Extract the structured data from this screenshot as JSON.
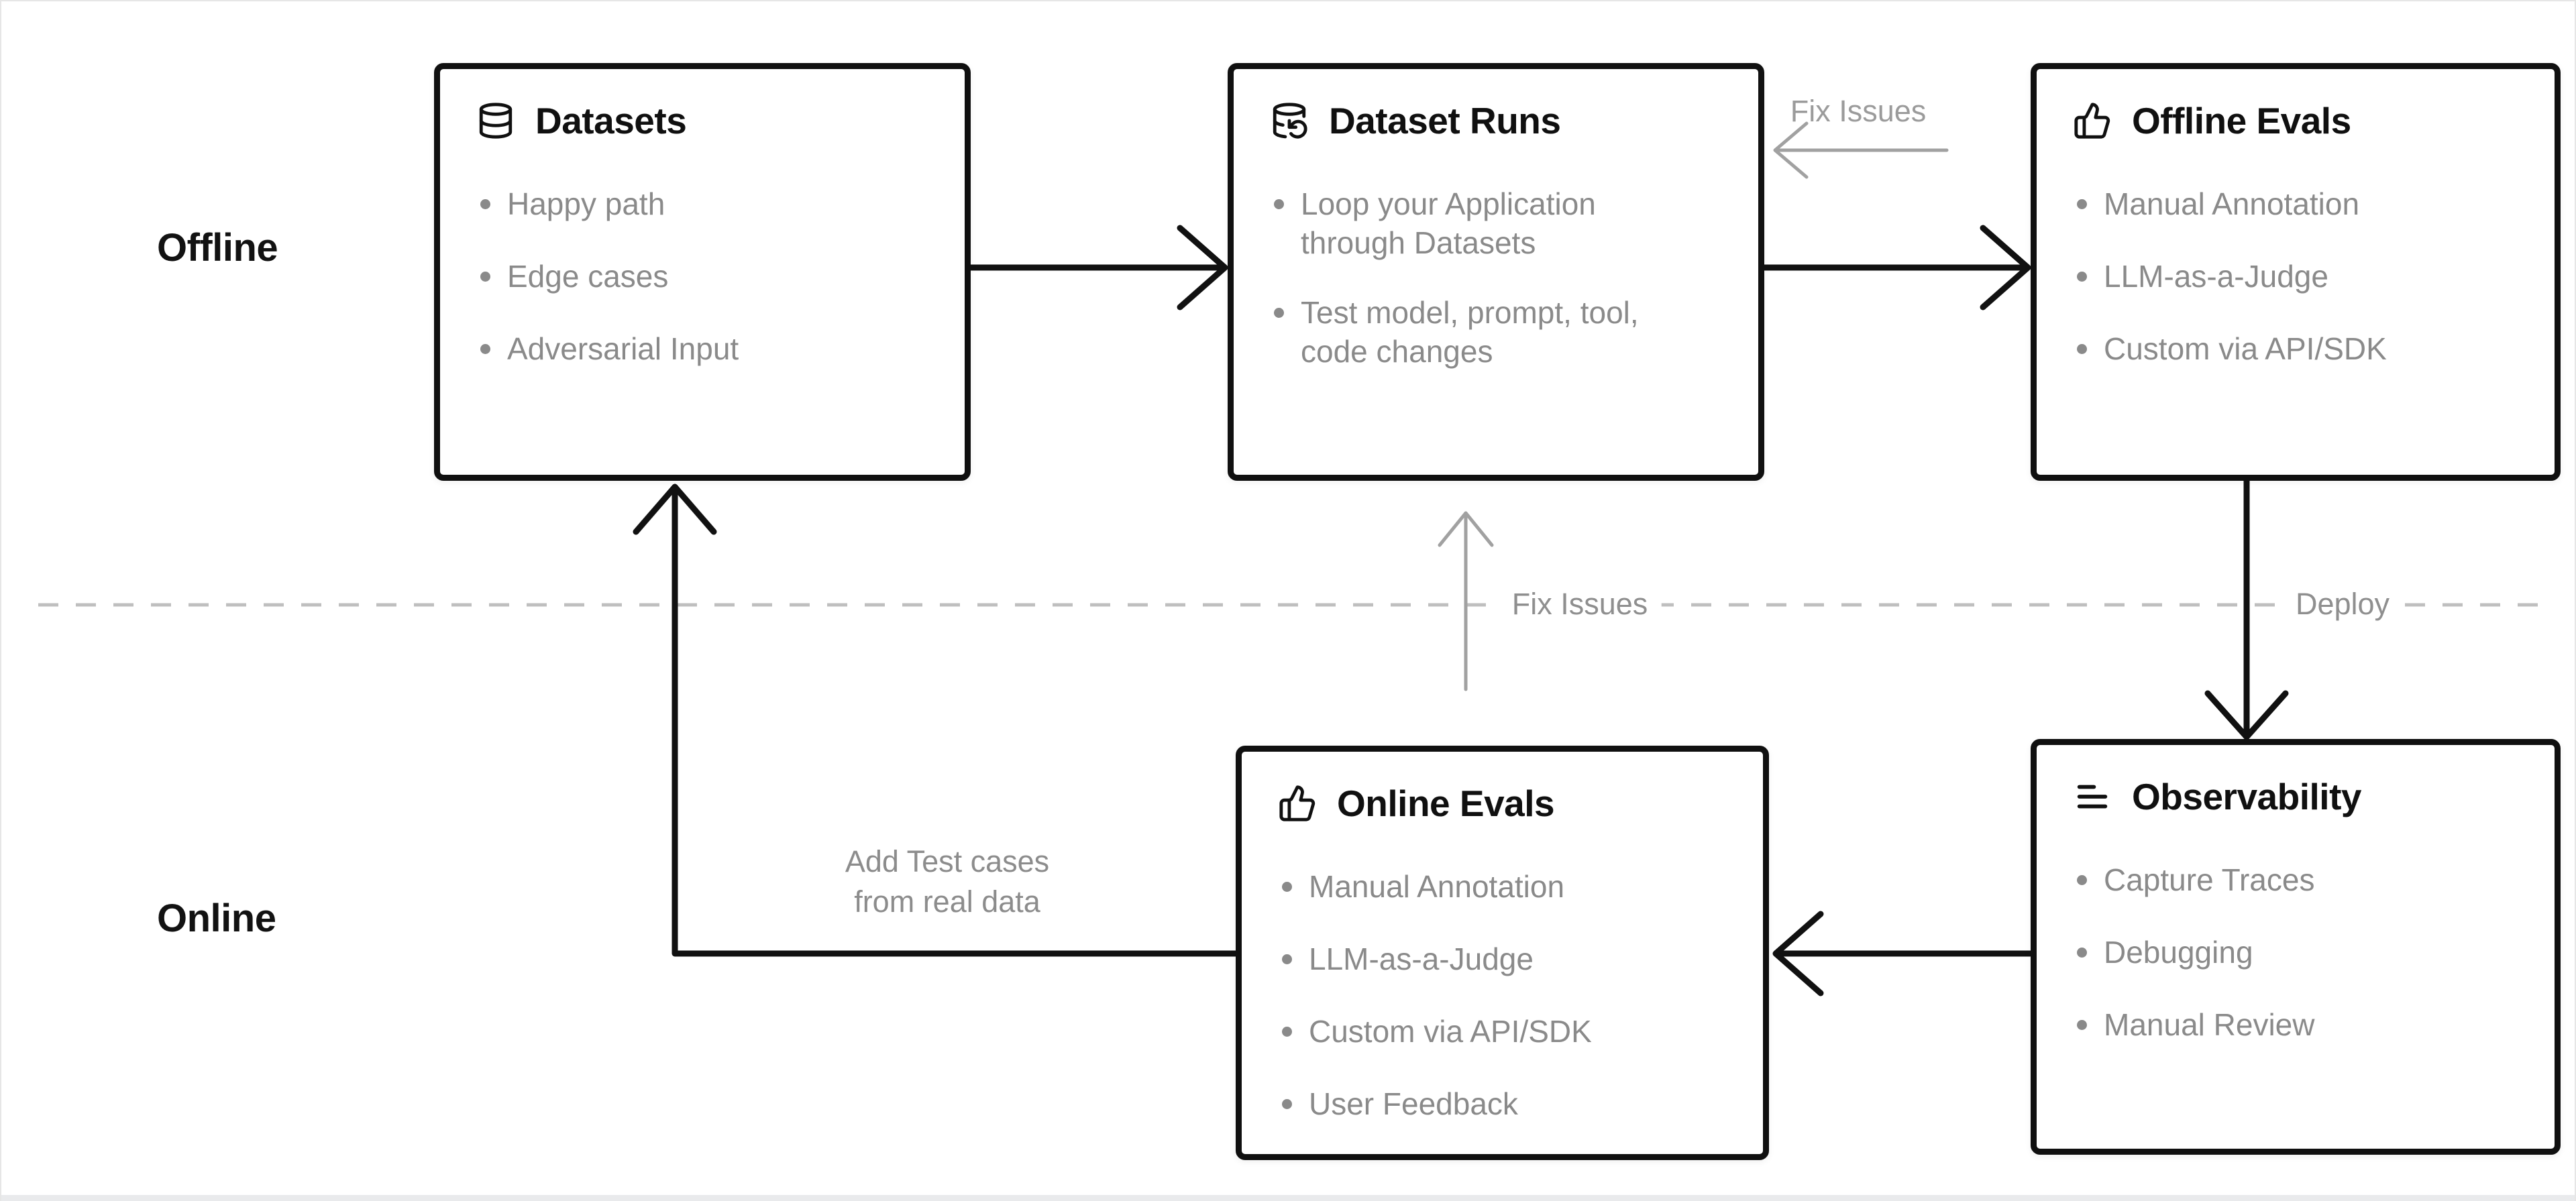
{
  "lanes": {
    "offline_label": "Offline",
    "online_label": "Online"
  },
  "boxes": [
    {
      "id": "datasets",
      "title": "Datasets",
      "icon": "database-icon",
      "items": [
        "Happy path",
        "Edge cases",
        "Adversarial Input"
      ]
    },
    {
      "id": "dataset-runs",
      "title": "Dataset Runs",
      "icon": "database-refresh-icon",
      "items": [
        "Loop your Application through Datasets",
        "Test model, prompt, tool, code changes"
      ]
    },
    {
      "id": "offline-evals",
      "title": "Offline Evals",
      "icon": "thumbs-up-icon",
      "items": [
        "Manual Annotation",
        "LLM-as-a-Judge",
        "Custom via API/SDK"
      ]
    },
    {
      "id": "online-evals",
      "title": "Online Evals",
      "icon": "thumbs-up-icon",
      "items": [
        "Manual Annotation",
        "LLM-as-a-Judge",
        "Custom via API/SDK",
        "User Feedback"
      ]
    },
    {
      "id": "observability",
      "title": "Observability",
      "icon": "logs-icon",
      "items": [
        "Capture Traces",
        "Debugging",
        "Manual Review"
      ]
    }
  ],
  "edge_labels": {
    "fix_issues_top": "Fix Issues",
    "fix_issues_mid": "Fix Issues",
    "deploy": "Deploy",
    "add_test_cases_line1": "Add Test cases",
    "add_test_cases_line2": "from real data"
  },
  "colors": {
    "box_border": "#101010",
    "list_text": "#8a8a8a",
    "edge_label_gray": "#8f8f8f",
    "dashed_divider": "#bfbfbf",
    "gray_arrow": "#a1a1a1",
    "black_arrow": "#111111",
    "bottom_strip": "#e9eaec"
  }
}
